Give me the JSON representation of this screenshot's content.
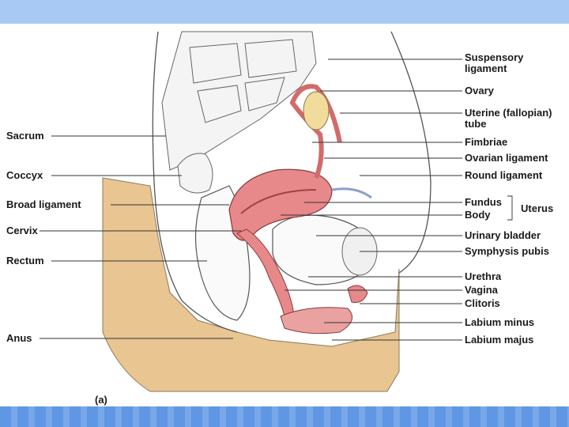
{
  "labels_left": {
    "sacrum": "Sacrum",
    "coccyx": "Coccyx",
    "broad_ligament": "Broad ligament",
    "cervix": "Cervix",
    "rectum": "Rectum",
    "anus": "Anus"
  },
  "labels_right": {
    "suspensory_ligament": "Suspensory ligament",
    "ovary": "Ovary",
    "uterine_tube": "Uterine (fallopian) tube",
    "fimbriae": "Fimbriae",
    "ovarian_ligament": "Ovarian ligament",
    "round_ligament": "Round ligament",
    "fundus": "Fundus",
    "body": "Body",
    "uterus": "Uterus",
    "urinary_bladder": "Urinary bladder",
    "symphysis_pubis": "Symphysis pubis",
    "urethra": "Urethra",
    "vagina": "Vagina",
    "clitoris": "Clitoris",
    "labium_minus": "Labium minus",
    "labium_majus": "Labium majus"
  },
  "panel_label": "(a)",
  "colors": {
    "top_band": "#a9c9f5",
    "bottom_band": "#6c9fe6",
    "skin": "#e7c38f",
    "uterus": "#e7888a",
    "outline": "#555555"
  }
}
